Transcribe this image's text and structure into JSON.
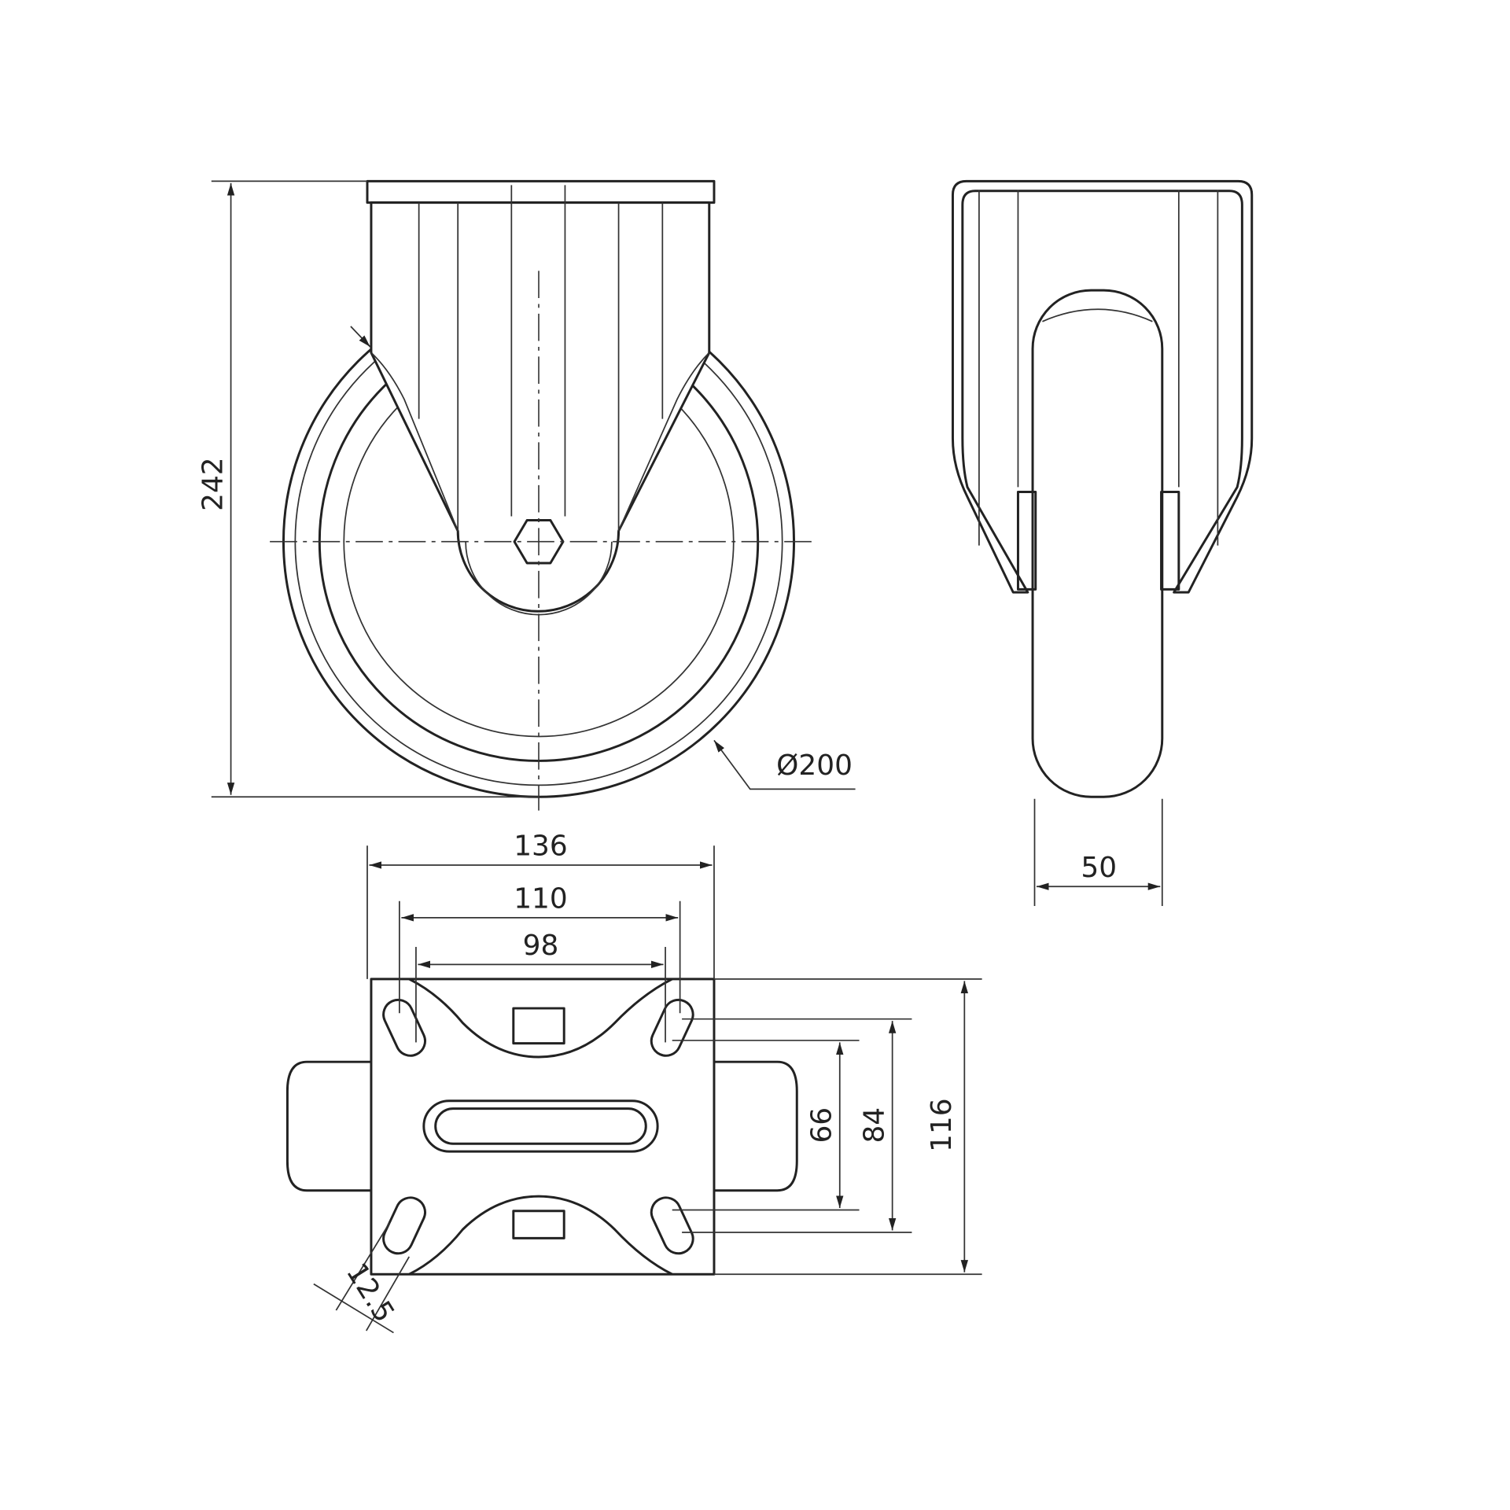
{
  "title": "Fixed castor technical drawing",
  "dimensions": {
    "height": "242",
    "wheel_diameter": "Ø200",
    "wheel_width": "50",
    "plate_length": "136",
    "hole_spacing_outer_x": "110",
    "hole_spacing_inner_x": "98",
    "hole_spacing_inner_y": "66",
    "hole_spacing_outer_y": "84",
    "plate_width": "116",
    "slot_width": "12.5"
  },
  "colors": {
    "line": "#222222",
    "background": "#ffffff"
  }
}
